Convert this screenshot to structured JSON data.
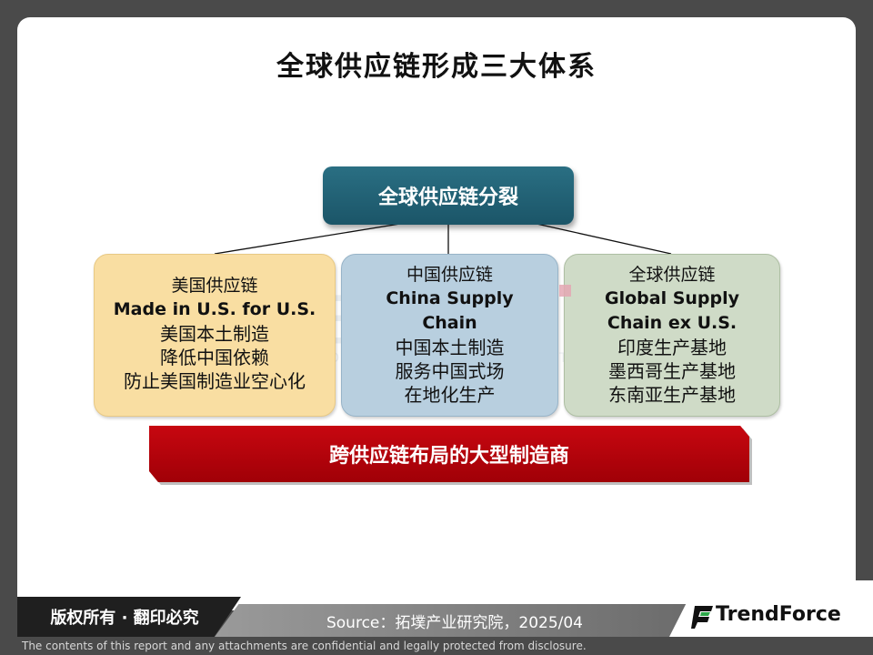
{
  "title": "全球供应链形成三大体系",
  "root": "全球供应链分裂",
  "boxes": [
    {
      "head": "美国供应链",
      "en": [
        "Made in U.S. for U.S."
      ],
      "items": [
        "美国本土制造",
        "降低中国依赖",
        "防止美国制造业空心化"
      ],
      "color": "#f9dea2"
    },
    {
      "head": "中国供应链",
      "en": [
        "China Supply",
        "Chain"
      ],
      "items": [
        "中国本土制造",
        "服务中国式场",
        "在地化生产"
      ],
      "color": "#b8cfdf"
    },
    {
      "head": "全球供应链",
      "en": [
        "Global Supply",
        "Chain ex U.S."
      ],
      "items": [
        "印度生产基地",
        "墨西哥生产基地",
        "东南亚生产基地"
      ],
      "color": "#cfdbc7"
    }
  ],
  "banner": "跨供应链布局的大型制造商",
  "footer": {
    "copyright": "版权所有 · 翻印必究",
    "source": "Source：拓墣产业研究院，2025/04",
    "logo": "TrendForce",
    "disclaimer": "The contents of this report and any attachments are confidential and legally protected from disclosure."
  },
  "watermark": {
    "big": "拓墣IRL",
    "small": "TOPOLOGY RESEARCH INSTITUTE"
  },
  "colors": {
    "accent_red": "#c70710",
    "teal": "#1f6275",
    "logo_green": "#2ea84a"
  }
}
